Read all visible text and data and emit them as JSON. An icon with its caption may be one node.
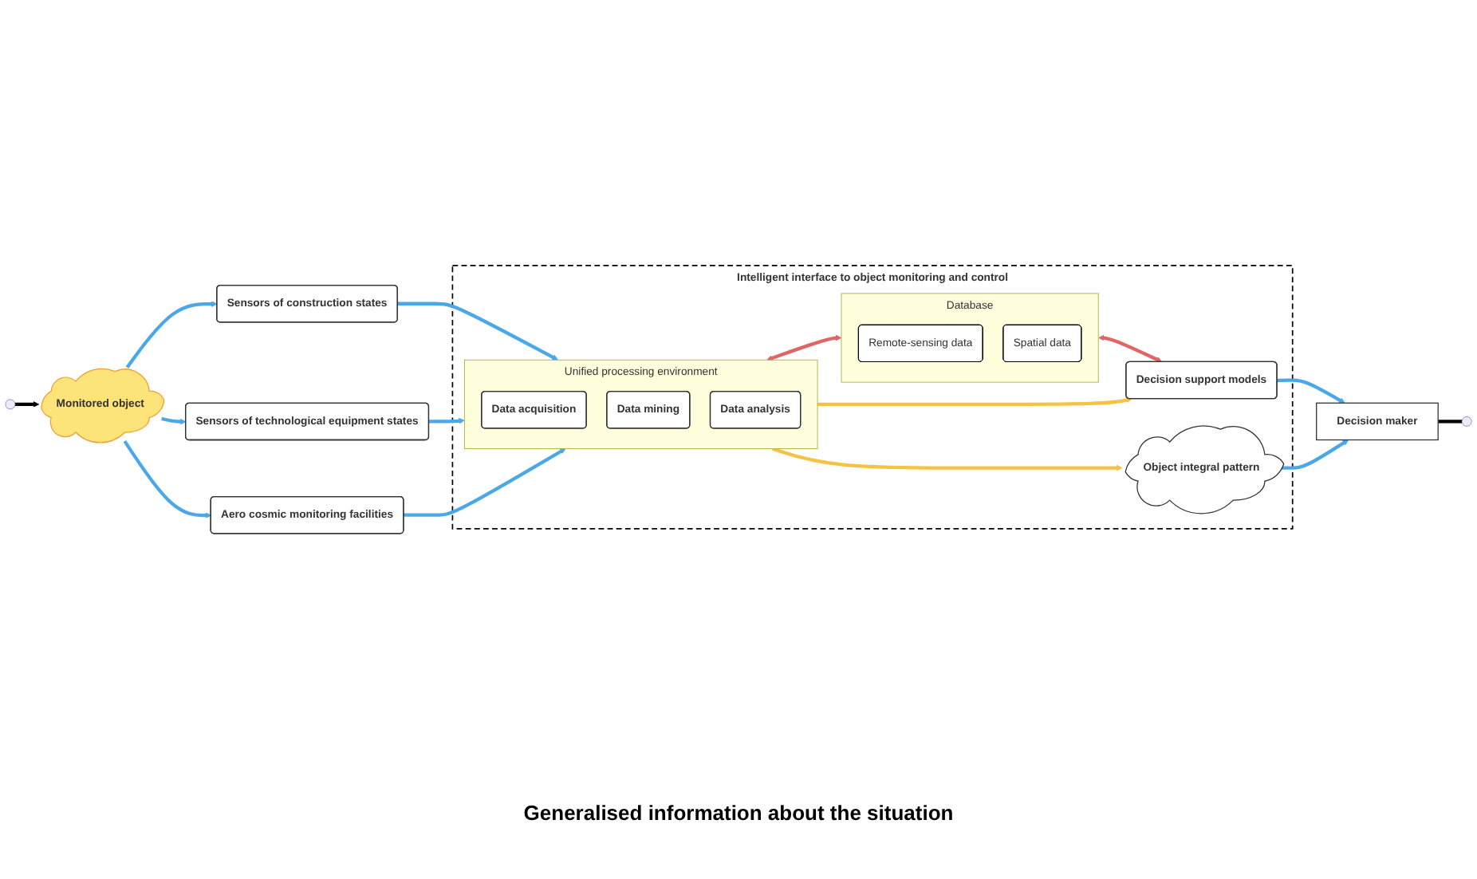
{
  "diagram": {
    "nodes": [
      {
        "text": [
          "Monitored object"
        ]
      },
      {
        "text": [
          "Sensors of construction states"
        ]
      },
      {
        "text": [
          "Sensors of technological equipment states"
        ]
      },
      {
        "text": [
          "Aero cosmic monitoring facilities"
        ]
      },
      {
        "text": [
          "Intelligent interface to object monitoring and control"
        ]
      },
      {
        "text": [
          "Unified processing environment"
        ],
        "in": 4
      },
      {
        "text": [
          "Data acquisition"
        ],
        "in": 5
      },
      {
        "text": [
          "Data mining"
        ],
        "in": 5
      },
      {
        "text": [
          "Data analysis"
        ],
        "in": 5
      },
      {
        "text": [
          "Database"
        ],
        "in": 4
      },
      {
        "text": [
          "Remote-sensing data"
        ],
        "in": 9
      },
      {
        "text": [
          "Spatial data"
        ],
        "in": 9
      },
      {
        "text": [
          "Decision support models"
        ],
        "in": 4
      },
      {
        "text": [
          "Object integral pattern"
        ],
        "in": 4
      },
      {
        "text": [
          "Decision maker"
        ]
      }
    ],
    "edges": [
      {
        "from": 0,
        "to": 1,
        "arrow": "to"
      },
      {
        "from": 0,
        "to": 2,
        "arrow": "to"
      },
      {
        "from": 0,
        "to": 3,
        "arrow": "to"
      },
      {
        "from": 1,
        "to": 5,
        "arrow": "to"
      },
      {
        "from": 2,
        "to": 5,
        "arrow": "to"
      },
      {
        "from": 3,
        "to": 5,
        "arrow": "to"
      },
      {
        "from": 5,
        "to": 9,
        "arrow": "both",
        "color": "#e06666"
      },
      {
        "from": 9,
        "to": 12,
        "arrow": "both",
        "color": "#e06666"
      },
      {
        "from": 5,
        "to": 12,
        "arrow": "to",
        "color": "#f5c242"
      },
      {
        "from": 5,
        "to": 13,
        "arrow": "to",
        "color": "#f5c242"
      },
      {
        "from": 12,
        "to": 14,
        "arrow": "to"
      },
      {
        "from": 13,
        "to": 14,
        "arrow": "to"
      },
      {
        "from": null,
        "to": 0,
        "arrow": "to",
        "color": "#000000"
      },
      {
        "from": 14,
        "to": null,
        "arrow": "none",
        "color": "#000000"
      }
    ],
    "labels": [
      "Generalised information about the situation"
    ]
  }
}
